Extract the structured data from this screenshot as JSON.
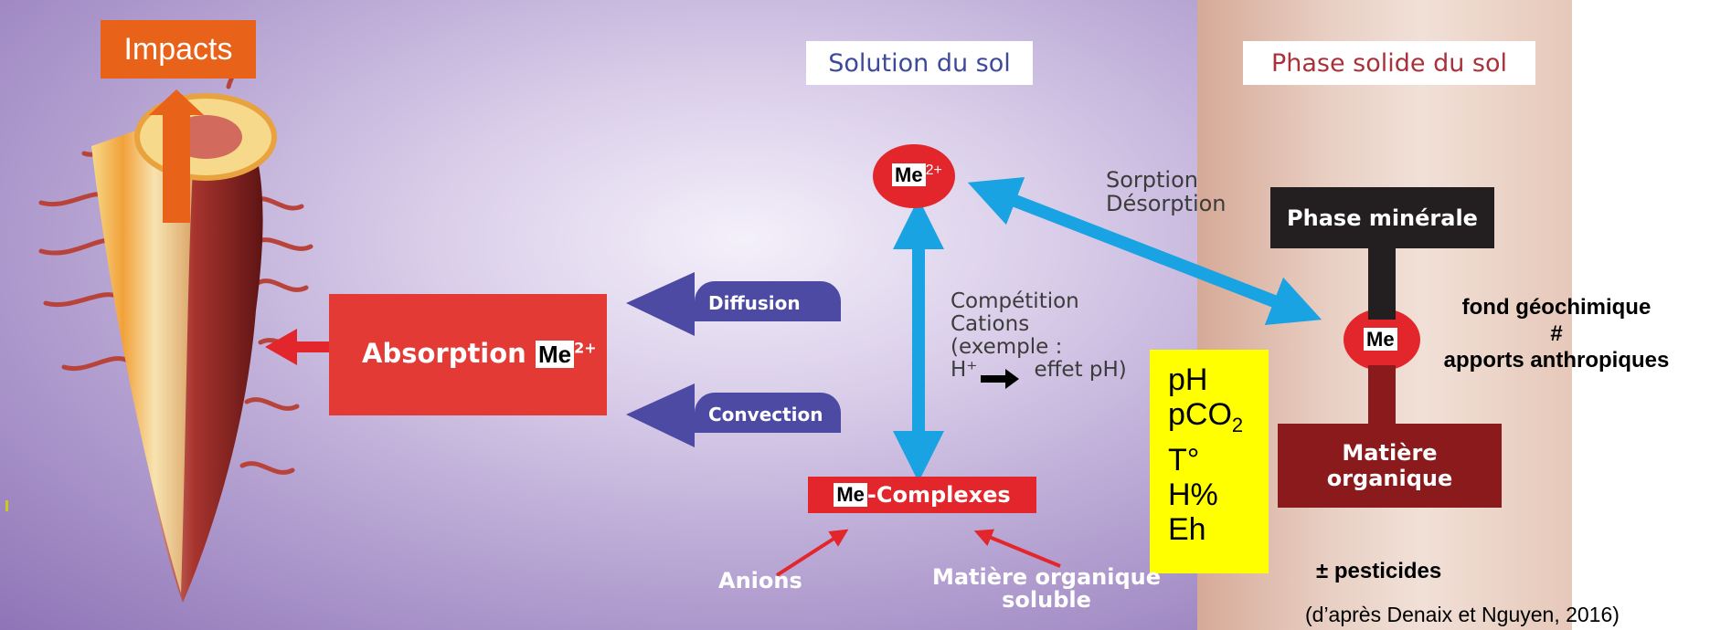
{
  "impacts": "Impacts",
  "solution_label": "Solution du sol",
  "solid_label": "Phase solide du sol",
  "me_cation": {
    "me": "Me",
    "charge": "2+"
  },
  "sorption": {
    "line1": "Sorption",
    "line2": "Désorption"
  },
  "phase_minerale": "Phase minérale",
  "me_solid": "Me",
  "fond": {
    "line1": "fond géochimique",
    "line2": "#",
    "line3": "apports anthropiques"
  },
  "absorption": {
    "label": "Absorption",
    "me": "Me",
    "charge": "2+"
  },
  "diffusion": "Diffusion",
  "convection": "Convection",
  "competition": {
    "line1": "Compétition",
    "line2": "Cations",
    "line3": "(exemple :",
    "line4_h": "H⁺",
    "line4_rest": "effet pH)"
  },
  "conditions": {
    "ph": "pH",
    "pco2_main": "pCO",
    "pco2_sub": "2",
    "t": "T°",
    "h": "H%",
    "eh": "Eh"
  },
  "matiere_organique": {
    "line1": "Matière",
    "line2": "organique"
  },
  "complexes": {
    "me": "Me",
    "rest": "-Complexes"
  },
  "anions": "Anions",
  "mo_soluble": {
    "line1": "Matière organique",
    "line2": "soluble"
  },
  "pesticides": "± pesticides",
  "citation": "(d’après Denaix et Nguyen, 2016)",
  "colors": {
    "red": "#e33a35",
    "blue_arrow": "#1aa3e2",
    "purple_arrow": "#4d4aa3",
    "orange": "#e8621a",
    "dark": "#231f20",
    "maroon": "#8b1a1c",
    "yellow": "#ffff00"
  }
}
